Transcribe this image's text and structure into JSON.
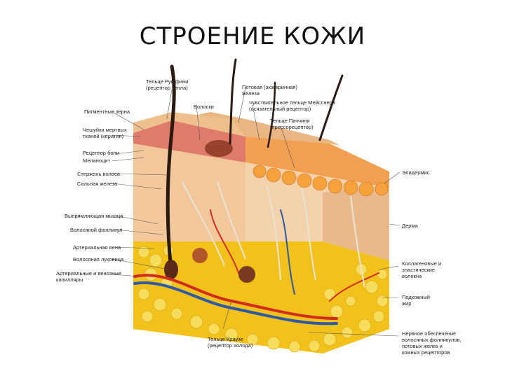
{
  "title": "СТРОЕНИЕ КОЖИ",
  "labels": {
    "ruffini": "Тельце Руффини\n(рецептор тепла)",
    "pigment": "Пигментные зерна",
    "hair": "Волоски",
    "dead_cells": "Чешуйки мертвых\nтканей (кератин)",
    "pain": "Рецептор боли",
    "melanocyte": "Меланоцит",
    "shaft": "Стержень волоса",
    "sebaceous": "Сальная железа",
    "muscle": "Выпрямляющая мышца",
    "follicle": "Волосяной фолликул",
    "artery": "Артериальная вена",
    "bulb": "Волосяная луковица",
    "capillaries": "Артериальные и венозные\nкапилляры",
    "krause": "Тельце Краузе\n(рецептор холода)",
    "sweat": "Потовая (экзокринная)\nжелеза",
    "meissner": "Чувствительное тельце Мейсснера\n(осязательный рецептор)",
    "pacini": "Тельце Паччини\n(прессорецептор)",
    "epidermis": "Эпидермис",
    "dermis": "Дерма",
    "collagen": "Коллагеновые и\nэластические\nволокна",
    "fat": "Подкожный\nжир",
    "nerves": "Нервное обеспечение\nволосяных фолликулов,\nпотовых желез и\nкожных рецепторов"
  },
  "colors": {
    "fat": "#f2c21a",
    "fat_light": "#f8dc5c",
    "dermis": "#f1c79b",
    "epidermis_top": "#e8b680",
    "epidermis_pink": "#e07a6a",
    "hair": "#2a1a12",
    "artery": "#d42b1f",
    "vein": "#2c5aa8",
    "nerve": "#e9e4d8"
  }
}
